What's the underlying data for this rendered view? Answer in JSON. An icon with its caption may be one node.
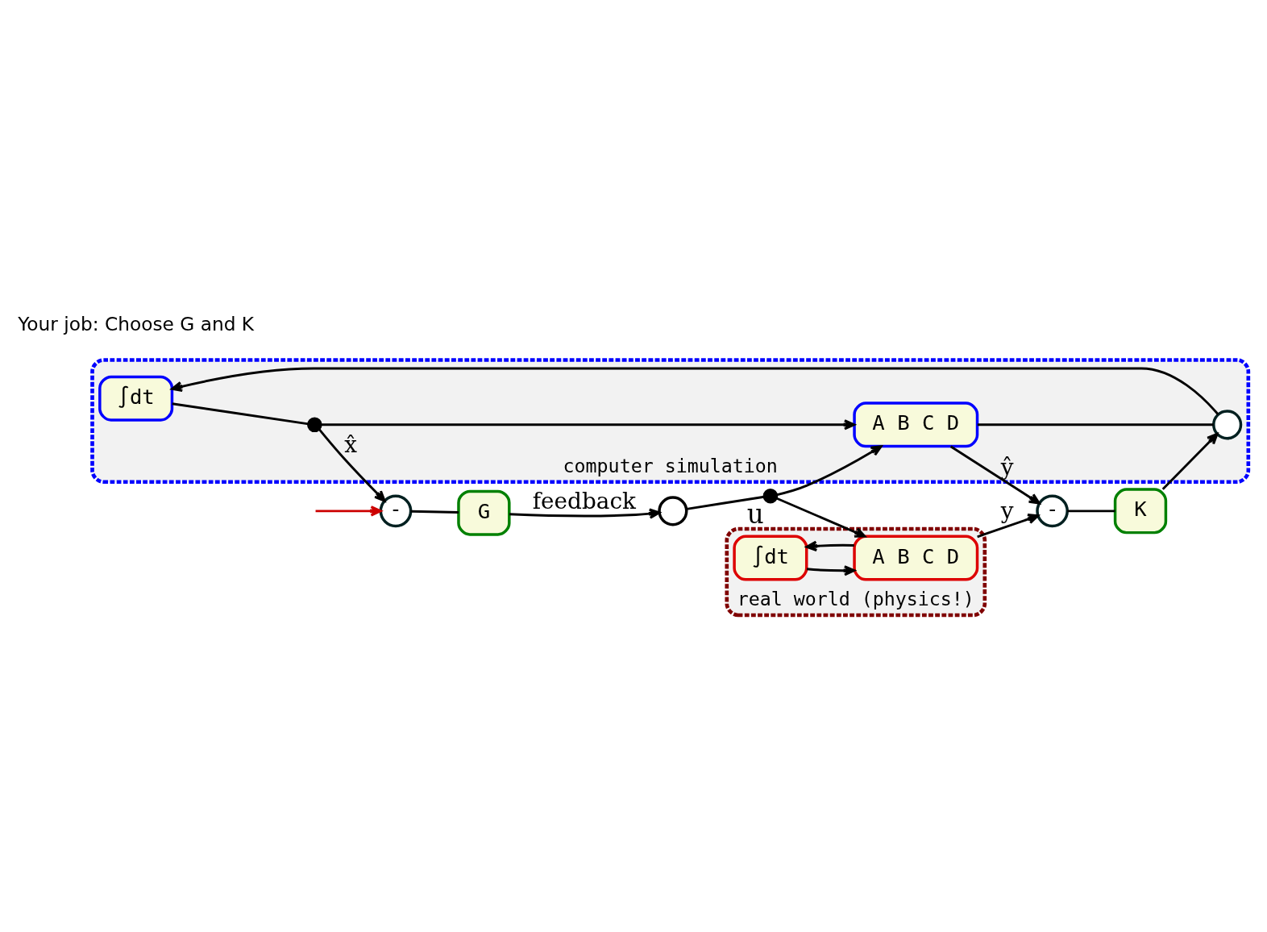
{
  "diagram": {
    "nodes": [
      {
        "text": [
          "computer simulation"
        ]
      },
      {
        "text": [
          "∫dt"
        ],
        "in": 0
      },
      {
        "text": [
          "A B C D"
        ],
        "in": 0
      },
      {
        "text": [],
        "shape": "circle",
        "in": 0
      },
      {
        "text": [],
        "shape": "circle",
        "in": 0
      },
      {
        "text": [
          "-"
        ]
      },
      {
        "text": [
          "G"
        ]
      },
      {
        "text": [
          "-"
        ]
      },
      {
        "text": [
          "K"
        ]
      },
      {
        "text": [
          "real world (physics!)"
        ]
      },
      {
        "text": [
          "∫dt"
        ],
        "in": 9
      },
      {
        "text": [
          "A B C D"
        ],
        "in": 9
      },
      {
        "text": [],
        "shape": "circle"
      },
      {
        "text": [],
        "shape": "circle",
        "beside": [
          "u"
        ]
      }
    ],
    "edges": [
      {
        "from": 3,
        "to": 5,
        "arrow": "to",
        "label": "x̂"
      },
      {
        "from": 1,
        "to": 3,
        "arrow": "none"
      },
      {
        "from": 3,
        "to": 2,
        "arrow": "to"
      },
      {
        "from": 4,
        "to": 1,
        "arrow": "to"
      },
      {
        "from": 2,
        "to": 4,
        "arrow": "none"
      },
      {
        "from": 8,
        "to": 4,
        "arrow": "to"
      },
      {
        "from": 2,
        "to": 7,
        "arrow": "to",
        "label": "ŷ"
      },
      {
        "from": 5,
        "to": 6,
        "arrow": "none"
      },
      {
        "from": 7,
        "to": 8,
        "arrow": "none"
      },
      {
        "from": 6,
        "to": 12,
        "arrow": "to",
        "label": "feedback"
      },
      {
        "from": 12,
        "to": 13,
        "arrow": "none"
      },
      {
        "from": 13,
        "to": 2,
        "arrow": "to"
      },
      {
        "from": 13,
        "to": 11,
        "arrow": "to"
      },
      {
        "from": 11,
        "to": 10,
        "arrow": "to"
      },
      {
        "from": 10,
        "to": 11,
        "arrow": "to"
      },
      {
        "from": 11,
        "to": 7,
        "arrow": "to",
        "label": "y"
      },
      {
        "from": null,
        "to": 5,
        "arrow": "to",
        "color": "#cc0000"
      }
    ],
    "labels": [
      "Your job: Choose G and K"
    ]
  }
}
